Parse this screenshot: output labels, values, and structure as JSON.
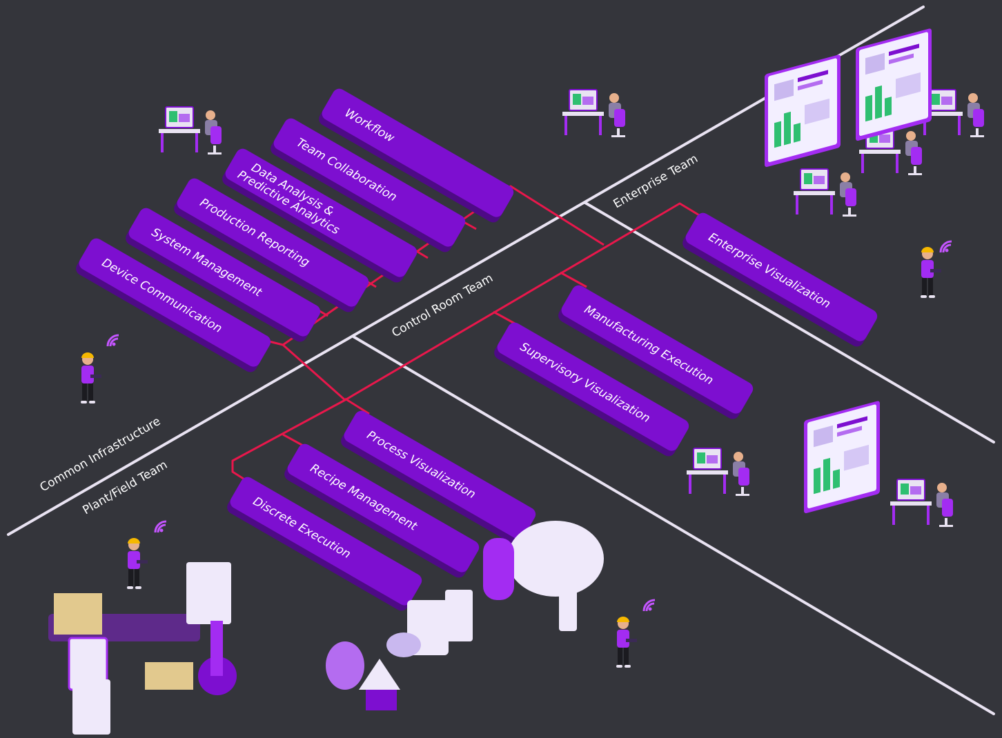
{
  "zones": {
    "common_infrastructure": "Common Infrastructure",
    "plant_field_team": "Plant/Field Team",
    "control_room_team": "Control Room Team",
    "enterprise_team": "Enterprise Team"
  },
  "modules": {
    "workflow": "Workflow",
    "team_collaboration": "Team Collaboration",
    "data_analysis_line1": "Data Analysis &",
    "data_analysis_line2": "Predictive Analytics",
    "production_reporting": "Production Reporting",
    "system_management": "System Management",
    "device_communication": "Device Communication",
    "enterprise_visualization": "Enterprise Visualization",
    "manufacturing_execution": "Manufacturing Execution",
    "supervisory_visualization": "Supervisory Visualization",
    "process_visualization": "Process Visualization",
    "recipe_management": "Recipe Management",
    "discrete_execution": "Discrete Execution"
  },
  "colors": {
    "background": "#34353b",
    "tile": "#7d0fd0",
    "tile_side": "#4e0a86",
    "connector": "#e8174b",
    "divider": "#e9e3f2",
    "figure_accent": "#a32cf2",
    "helmet": "#f6b800"
  }
}
